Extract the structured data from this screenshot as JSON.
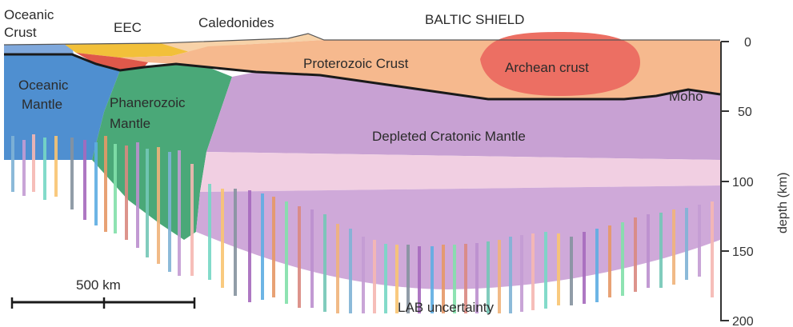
{
  "labels": {
    "oceanic_crust_line1": "Oceanic",
    "oceanic_crust_line2": "Crust",
    "eec": "EEC",
    "caledonides": "Caledonides",
    "baltic_shield": "BALTIC SHIELD",
    "proterozoic_crust": "Proterozoic Crust",
    "archean_crust": "Archean crust",
    "oceanic_mantle_line1": "Oceanic",
    "oceanic_mantle_line2": "Mantle",
    "phanerozoic_mantle_line1": "Phanerozoic",
    "phanerozoic_mantle_line2": "Mantle",
    "moho": "Moho",
    "depleted_cratonic_mantle": "Depleted Cratonic Mantle",
    "lab_uncertainty": "LAB uncertainty"
  },
  "scale_bar": {
    "label": "500 km"
  },
  "depth_axis": {
    "title": "depth (km)",
    "ticks": [
      "0",
      "50",
      "100",
      "150",
      "200"
    ]
  },
  "colors": {
    "oceanic_crust": "#6f9fd8",
    "sediment_yellow": "#f2c03a",
    "eec_red": "#e0584a",
    "proterozoic_crust": "#f6b98e",
    "archean_crust": "#ec6f63",
    "oceanic_mantle": "#4f8fd0",
    "phanerozoic_mantle": "#4aa878",
    "cratonic_mantle": "#c8a1d3",
    "cratonic_light": "#f0cde0",
    "moho_line": "#1a1a1a"
  }
}
